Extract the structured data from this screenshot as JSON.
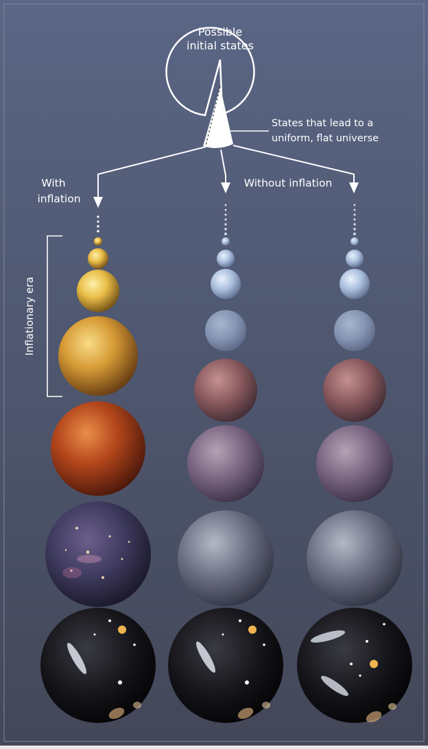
{
  "labels": {
    "possible_initial_states_line1": "Possible",
    "possible_initial_states_line2": "initial states",
    "states_lead_line1": "States that lead to a",
    "states_lead_line2": "uniform, flat universe",
    "with_inflation_line1": "With",
    "with_inflation_line2": "inflation",
    "without_inflation": "Without inflation",
    "inflationary_era": "Inflationary era"
  },
  "colors": {
    "background_top": "#5a6685",
    "background_bottom": "#454a5c",
    "line": "#ffffff",
    "sphere_blue": "#a9bedc",
    "sphere_yellow": "#f0c851",
    "sphere_orange": "#d8952f",
    "sphere_red": "#b8461b",
    "sphere_mauve": "#8a6065",
    "sphere_violet": "#7e6c86",
    "sphere_gray": "#6a6f80",
    "sphere_dark": "#141418"
  },
  "columns": [
    {
      "id": "with-inflation",
      "spheres": [
        "yellow",
        "yellow",
        "yellow",
        "orange",
        "red",
        "galaxy-purple",
        "galaxies"
      ]
    },
    {
      "id": "without-inflation-1",
      "spheres": [
        "blue",
        "blue",
        "blue",
        "blue-faint",
        "mauve",
        "violet",
        "gray",
        "galaxies"
      ]
    },
    {
      "id": "without-inflation-2",
      "spheres": [
        "blue",
        "blue",
        "blue",
        "blue-faint",
        "mauve",
        "violet",
        "gray",
        "galaxies"
      ]
    }
  ]
}
